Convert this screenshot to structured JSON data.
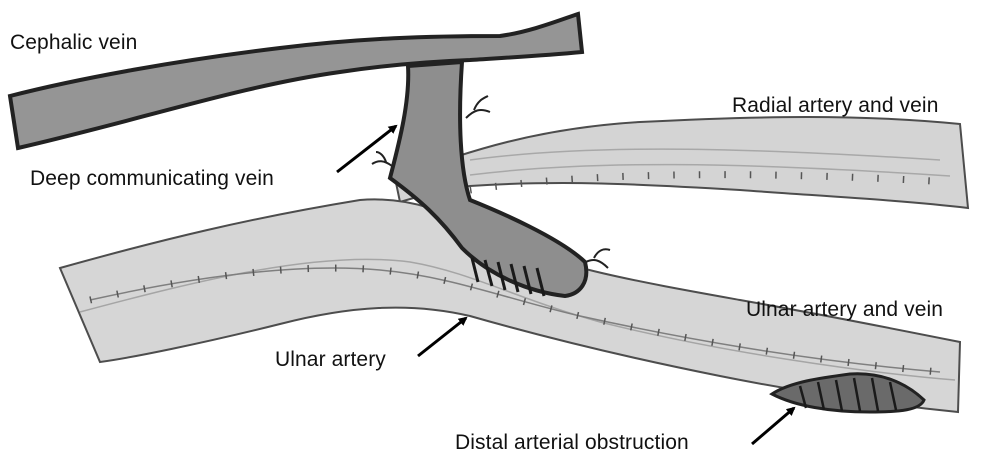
{
  "labels": {
    "cephalic_vein": "Cephalic vein",
    "deep_communicating_vein": "Deep communicating vein",
    "radial_artery_and_vein": "Radial artery and vein",
    "ulnar_artery_and_vein": "Ulnar artery and vein",
    "ulnar_artery": "Ulnar artery",
    "distal_arterial_obstruction": "Distal arterial obstruction"
  },
  "colors": {
    "vein_fill": "#8f8f8f",
    "vein_outline": "#262626",
    "vessel_fill": "#d2d2d2",
    "vessel_outline": "#4a4a4a",
    "obstruction_fill": "#6a6a6a",
    "arrow": "#000000"
  }
}
